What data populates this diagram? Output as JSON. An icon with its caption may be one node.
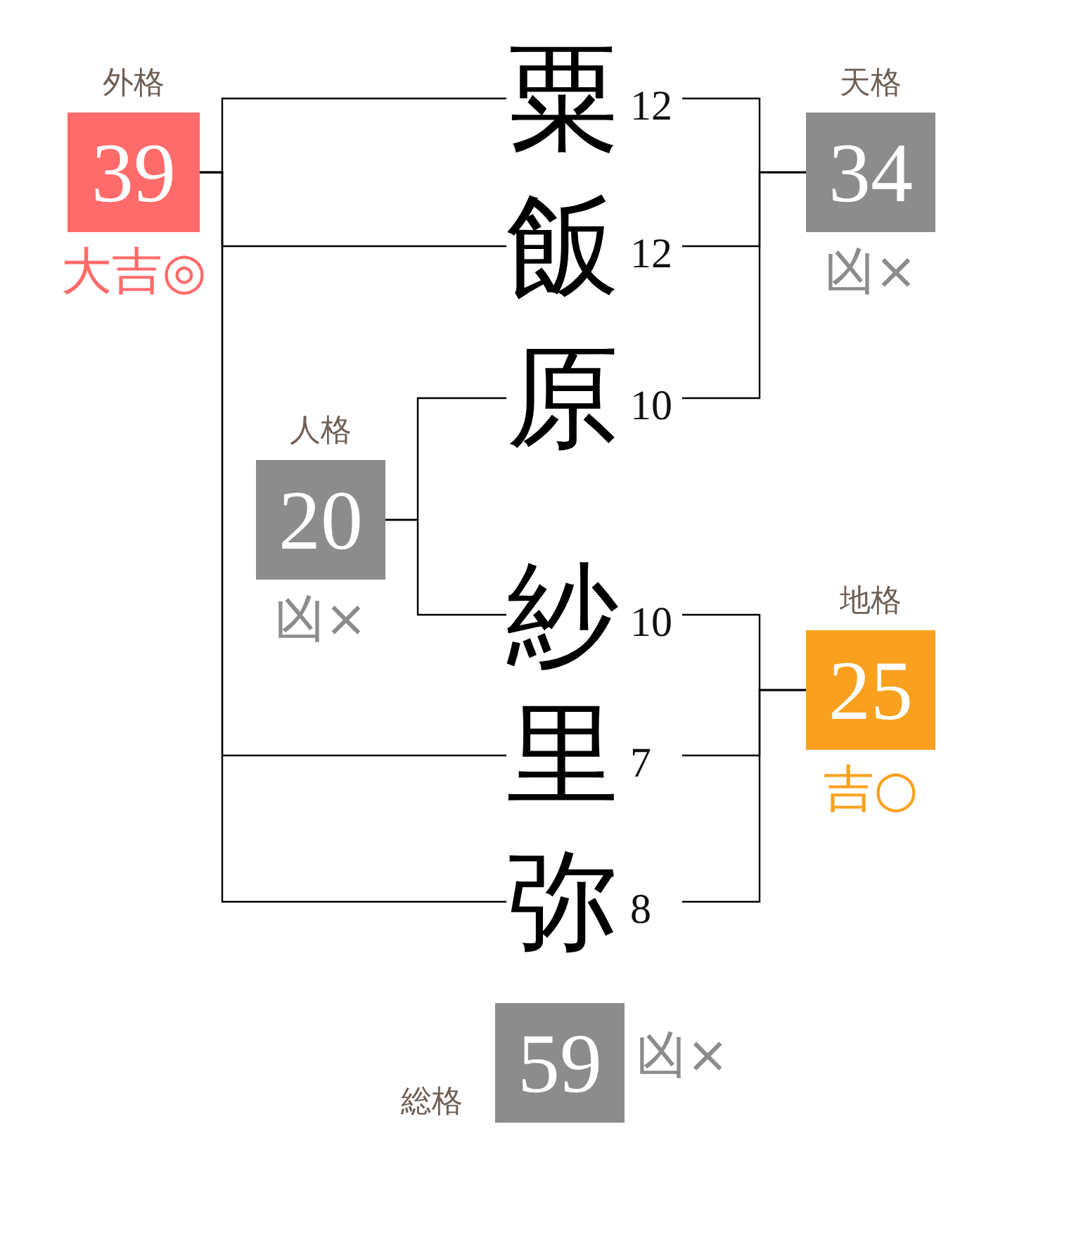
{
  "diagram": {
    "nodes": [
      {
        "text": [
          "外格",
          "39"
        ],
        "beside": [
          "大吉◎"
        ]
      },
      {
        "text": [
          "粟"
        ],
        "beside": [
          "12"
        ]
      },
      {
        "text": [
          "天格",
          "34"
        ],
        "beside": [
          "凶×"
        ]
      },
      {
        "text": [
          "飯"
        ],
        "beside": [
          "12"
        ]
      },
      {
        "text": [
          "原"
        ],
        "beside": [
          "10"
        ]
      },
      {
        "text": [
          "人格",
          "20"
        ],
        "beside": [
          "凶×"
        ]
      },
      {
        "text": [
          "紗"
        ],
        "beside": [
          "10"
        ]
      },
      {
        "text": [
          "地格",
          "25"
        ],
        "beside": [
          "吉○"
        ]
      },
      {
        "text": [
          "里"
        ],
        "beside": [
          "7"
        ]
      },
      {
        "text": [
          "弥"
        ],
        "beside": [
          "8"
        ]
      },
      {
        "text": [
          "総格",
          "59"
        ],
        "beside": [
          "凶×"
        ]
      }
    ],
    "edges": [
      {
        "from": 0,
        "to": 1,
        "arrow": "none"
      },
      {
        "from": 0,
        "to": 3,
        "arrow": "none"
      },
      {
        "from": 0,
        "to": 8,
        "arrow": "none"
      },
      {
        "from": 0,
        "to": 9,
        "arrow": "none"
      },
      {
        "from": 1,
        "to": 2,
        "arrow": "none"
      },
      {
        "from": 3,
        "to": 2,
        "arrow": "none"
      },
      {
        "from": 4,
        "to": 2,
        "arrow": "none"
      },
      {
        "from": 5,
        "to": 4,
        "arrow": "none"
      },
      {
        "from": 5,
        "to": 6,
        "arrow": "none"
      },
      {
        "from": 6,
        "to": 7,
        "arrow": "none"
      },
      {
        "from": 8,
        "to": 7,
        "arrow": "none"
      },
      {
        "from": 9,
        "to": 7,
        "arrow": "none"
      }
    ]
  }
}
